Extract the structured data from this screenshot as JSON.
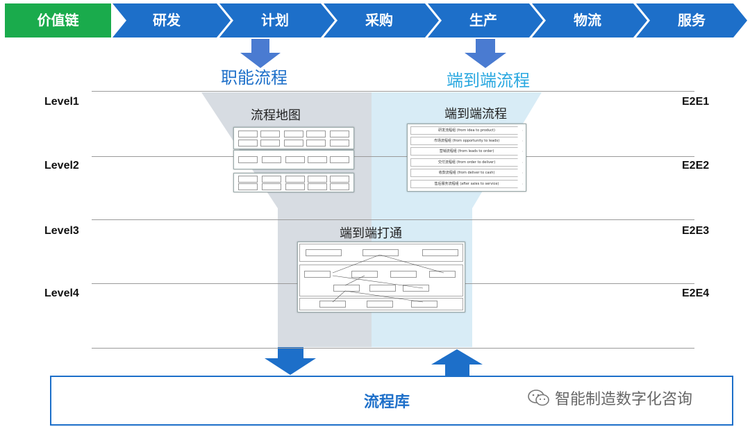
{
  "value_chain": {
    "label": "价值链",
    "stages": [
      "研发",
      "计划",
      "采购",
      "生产",
      "物流",
      "服务"
    ]
  },
  "functional_process": {
    "title": "职能流程"
  },
  "e2e_process": {
    "title": "端到端流程"
  },
  "levels": [
    "Level1",
    "Level2",
    "Level3",
    "Level4"
  ],
  "e2e_levels": [
    "E2E1",
    "E2E2",
    "E2E3",
    "E2E4"
  ],
  "process_map": {
    "title": "流程地图"
  },
  "e2e_panel": {
    "title": "端到端流程",
    "rows": [
      "研发流程组 (from idea to product)",
      "市场流程组 (from opportunity to leads)",
      "营销流程组 (from leads to order)",
      "交付流程组 (from order to deliver)",
      "收款流程组 (from deliver to cash)",
      "售后服务流程组 (after sales to service)"
    ]
  },
  "integration": {
    "title": "端到端打通"
  },
  "library": {
    "title": "流程库"
  },
  "watermark": {
    "text": "智能制造数字化咨询"
  },
  "colors": {
    "chain_green": "#1aab4c",
    "chain_blue": "#1d6fc9",
    "arrow_blue": "#4a7bd1",
    "e2e_cyan": "#2aa8e0"
  }
}
